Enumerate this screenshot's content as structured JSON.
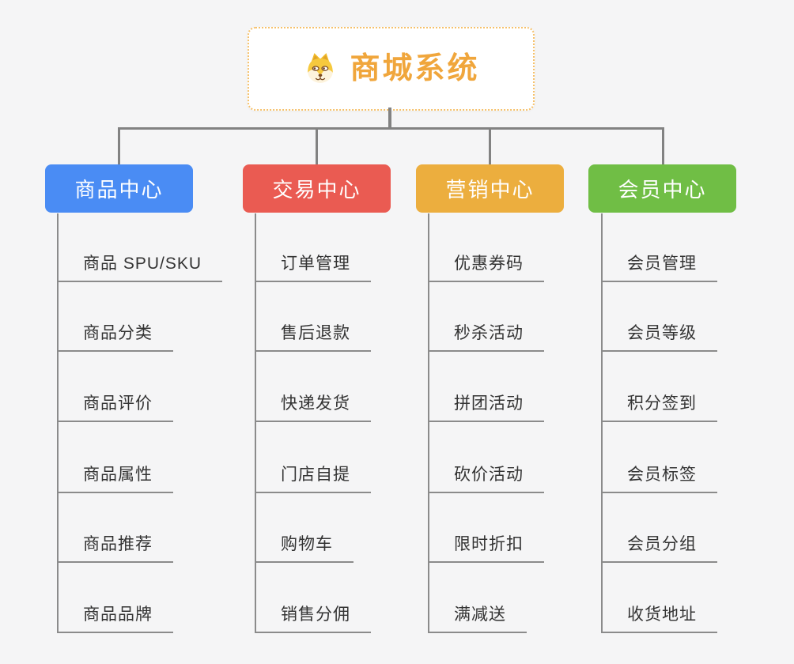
{
  "root": {
    "title": "商城系统",
    "icon": "shiba-dog-icon"
  },
  "branches": [
    {
      "label": "商品中心",
      "color": "#4A8CF4",
      "children": [
        "商品 SPU/SKU",
        "商品分类",
        "商品评价",
        "商品属性",
        "商品推荐",
        "商品品牌"
      ]
    },
    {
      "label": "交易中心",
      "color": "#EA5B52",
      "children": [
        "订单管理",
        "售后退款",
        "快递发货",
        "门店自提",
        "购物车",
        "销售分佣"
      ]
    },
    {
      "label": "营销中心",
      "color": "#ECAE3E",
      "children": [
        "优惠券码",
        "秒杀活动",
        "拼团活动",
        "砍价活动",
        "限时折扣",
        "满减送"
      ]
    },
    {
      "label": "会员中心",
      "color": "#70BE45",
      "children": [
        "会员管理",
        "会员等级",
        "积分签到",
        "会员标签",
        "会员分组",
        "收货地址"
      ]
    }
  ],
  "colors": {
    "background": "#F5F5F6",
    "root_text": "#F0A63C",
    "root_border": "#F6C16B",
    "connector_line": "#828282",
    "child_line": "#8B8B8B",
    "child_text": "#333333"
  }
}
